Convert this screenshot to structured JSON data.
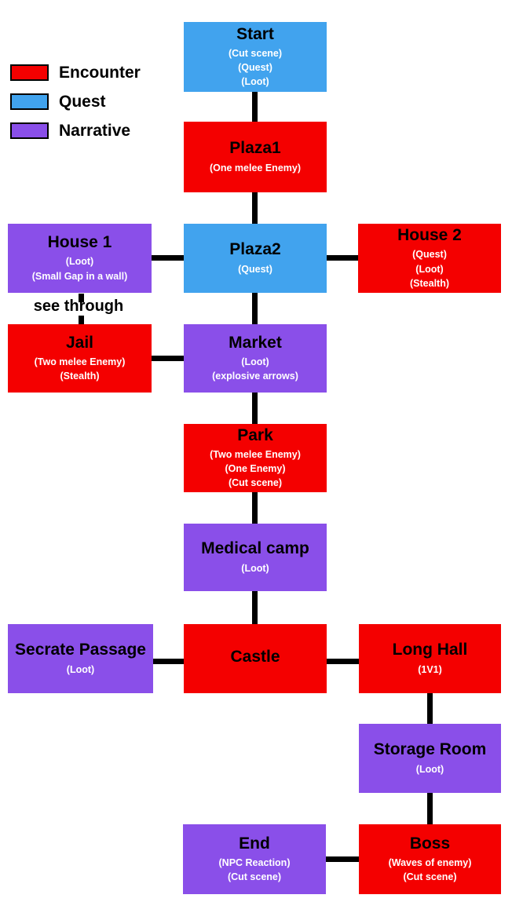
{
  "legend": {
    "items": [
      {
        "label": "Encounter",
        "color": "#f40000"
      },
      {
        "label": "Quest",
        "color": "#41a3ee"
      },
      {
        "label": "Narrative",
        "color": "#8a4fe9"
      }
    ]
  },
  "colors": {
    "encounter": "#f40000",
    "quest": "#41a3ee",
    "narrative": "#8a4fe9",
    "connector": "#000000",
    "background": "#ffffff"
  },
  "annotation": {
    "see_through": "see through"
  },
  "nodes": [
    {
      "title": "Start",
      "type": "quest",
      "subtitles": [
        "(Cut scene)",
        "(Quest)",
        "(Loot)"
      ]
    },
    {
      "title": "Plaza1",
      "type": "encounter",
      "subtitles": [
        "(One melee Enemy)"
      ]
    },
    {
      "title": "House 1",
      "type": "narrative",
      "subtitles": [
        "(Loot)",
        "(Small Gap in a wall)"
      ]
    },
    {
      "title": "Plaza2",
      "type": "quest",
      "subtitles": [
        "(Quest)"
      ]
    },
    {
      "title": "House 2",
      "type": "encounter",
      "subtitles": [
        "(Quest)",
        "(Loot)",
        "(Stealth)"
      ]
    },
    {
      "title": "Jail",
      "type": "encounter",
      "subtitles": [
        "(Two melee Enemy)",
        "(Stealth)"
      ]
    },
    {
      "title": "Market",
      "type": "narrative",
      "subtitles": [
        "(Loot)",
        "(explosive arrows)"
      ]
    },
    {
      "title": "Park",
      "type": "encounter",
      "subtitles": [
        "(Two melee Enemy)",
        "(One Enemy)",
        "(Cut scene)"
      ]
    },
    {
      "title": "Medical camp",
      "type": "narrative",
      "subtitles": [
        "(Loot)"
      ]
    },
    {
      "title": "Secrate Passage",
      "type": "narrative",
      "subtitles": [
        "(Loot)"
      ]
    },
    {
      "title": "Castle",
      "type": "encounter",
      "subtitles": []
    },
    {
      "title": "Long Hall",
      "type": "encounter",
      "subtitles": [
        "(1V1)"
      ]
    },
    {
      "title": "Storage Room",
      "type": "narrative",
      "subtitles": [
        "(Loot)"
      ]
    },
    {
      "title": "End",
      "type": "narrative",
      "subtitles": [
        "(NPC Reaction)",
        "(Cut scene)"
      ]
    },
    {
      "title": "Boss",
      "type": "encounter",
      "subtitles": [
        "(Waves of enemy)",
        "(Cut scene)"
      ]
    }
  ],
  "edges": [
    {
      "from": "Start",
      "to": "Plaza1"
    },
    {
      "from": "Plaza1",
      "to": "Plaza2"
    },
    {
      "from": "House 1",
      "to": "Plaza2"
    },
    {
      "from": "Plaza2",
      "to": "House 2"
    },
    {
      "from": "House 1",
      "to": "Jail",
      "label": "see through"
    },
    {
      "from": "Plaza2",
      "to": "Market"
    },
    {
      "from": "Jail",
      "to": "Market"
    },
    {
      "from": "Market",
      "to": "Park"
    },
    {
      "from": "Park",
      "to": "Medical camp"
    },
    {
      "from": "Medical camp",
      "to": "Castle"
    },
    {
      "from": "Secrate Passage",
      "to": "Castle"
    },
    {
      "from": "Castle",
      "to": "Long Hall"
    },
    {
      "from": "Long Hall",
      "to": "Storage Room"
    },
    {
      "from": "Storage Room",
      "to": "Boss"
    },
    {
      "from": "End",
      "to": "Boss"
    }
  ]
}
